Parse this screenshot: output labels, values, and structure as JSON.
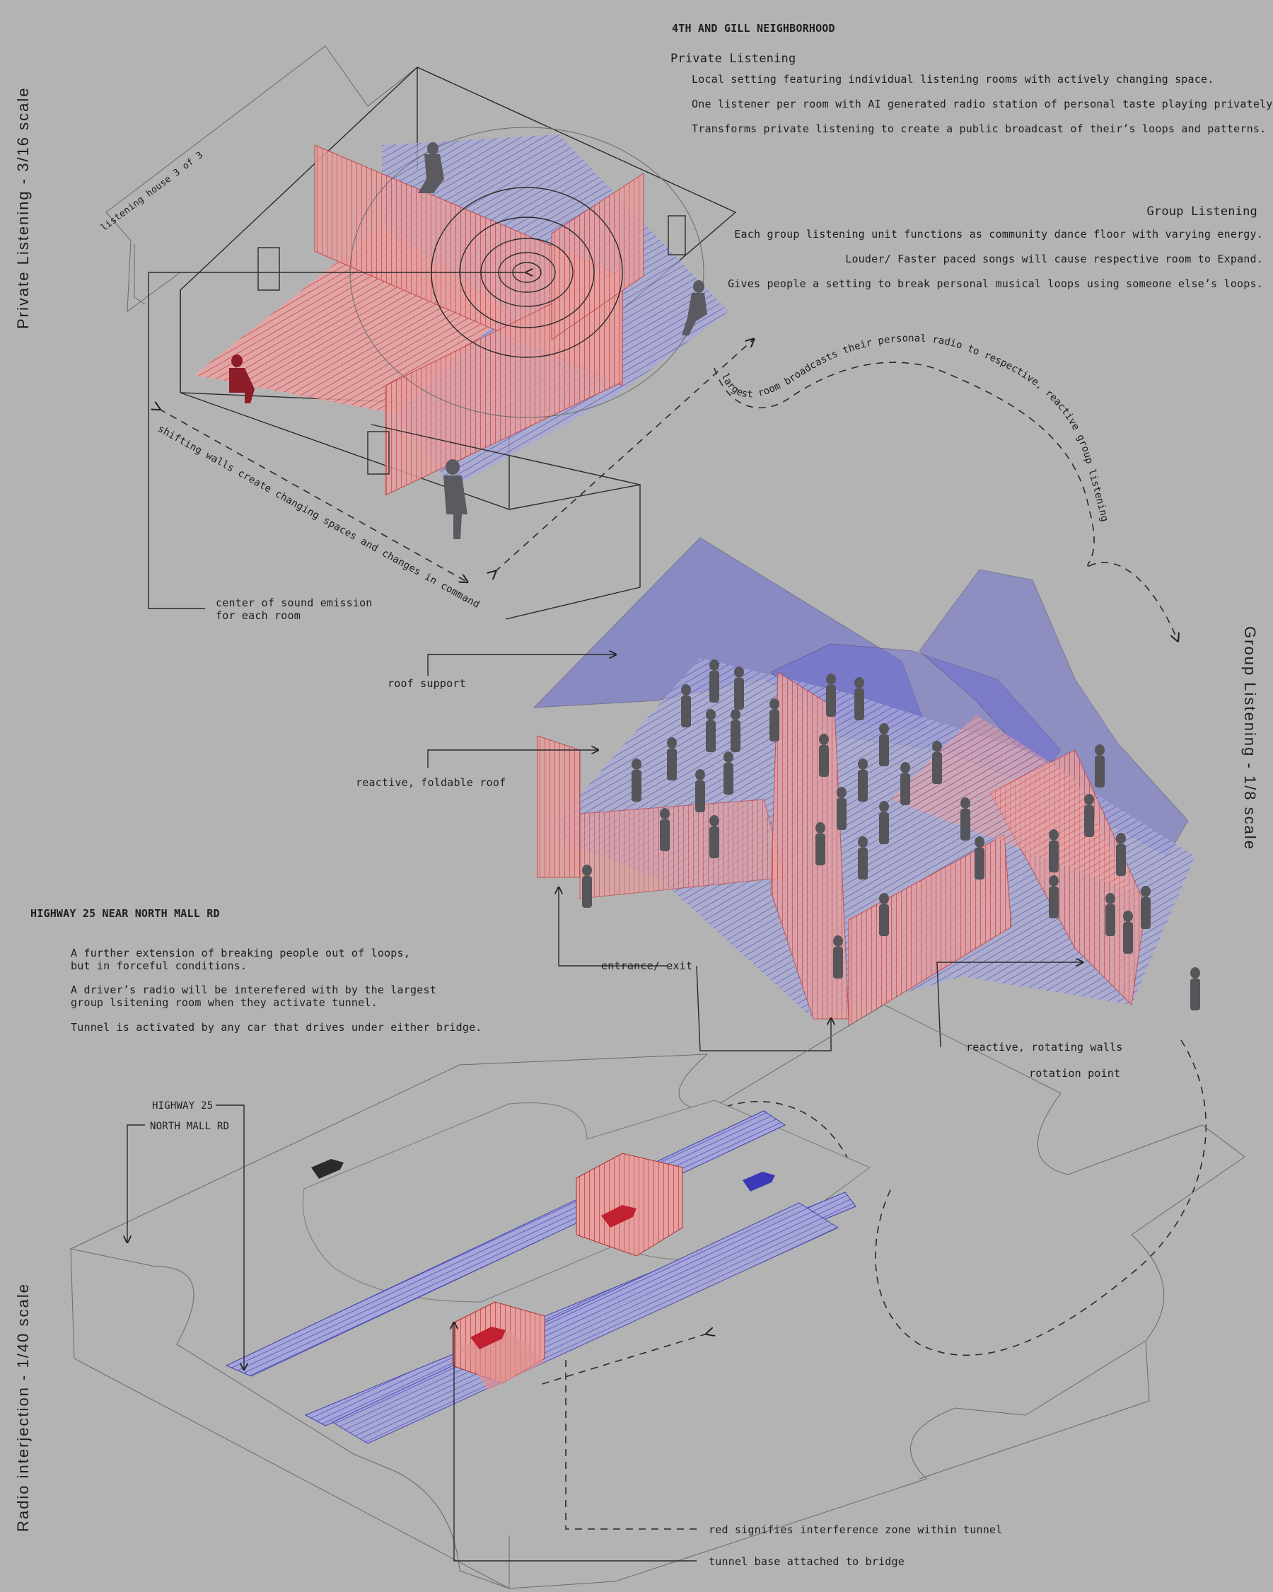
{
  "top": {
    "heading": "4TH AND GILL NEIGHBORHOOD",
    "private_title": "Private Listening",
    "private_lines": [
      "Local setting featuring individual listening rooms with actively changing space.",
      "One listener per room with AI generated radio station of personal taste playing privately.",
      "Transforms private listening to create a public broadcast of their’s loops and patterns."
    ],
    "group_title": "Group Listening",
    "group_lines": [
      "Each group listening unit functions as community dance floor with varying energy.",
      "Louder/ Faster paced songs will cause respective room to Expand.",
      "Gives people a setting to break personal musical loops using someone else’s loops."
    ]
  },
  "side_labels": {
    "private": "Private Listening - 3/16 scale",
    "group": "Group Listening - 1/8 scale",
    "radio": "Radio interjection - 1/40 scale"
  },
  "house": {
    "house_label": "listening house 3 of 3",
    "walls_note": "shifting walls create changing spaces and changes in command",
    "sound_center": [
      "center of sound emission",
      "for each room"
    ],
    "broadcast_note": "largest room broadcasts their personal radio to respective, reactive group listening unit"
  },
  "group": {
    "roof_support": "roof support",
    "foldable_roof": "reactive, foldable roof",
    "entrance": "entrance/ exit",
    "rotating_walls": "reactive, rotating walls",
    "rotation_point": "rotation point"
  },
  "highway": {
    "heading": "HIGHWAY 25 NEAR NORTH MALL RD",
    "para1": [
      "A further extension of breaking people out of loops,",
      "but in forceful conditions."
    ],
    "para2": [
      "A driver’s radio will be interefered with by the largest",
      "group lsitening room when they activate tunnel."
    ],
    "para3": "Tunnel is activated by any car that drives under either bridge.",
    "label_highway": "HIGHWAY 25",
    "label_mall": "NORTH MALL RD",
    "interference": "red signifies interference zone within tunnel",
    "tunnel_base": "tunnel base attached to bridge"
  },
  "colors": {
    "background": "#b3b3b3",
    "red": "#e07070",
    "blue": "#6a6ad0",
    "silhouette": "#55555a",
    "red_figure": "#8c1c28"
  }
}
